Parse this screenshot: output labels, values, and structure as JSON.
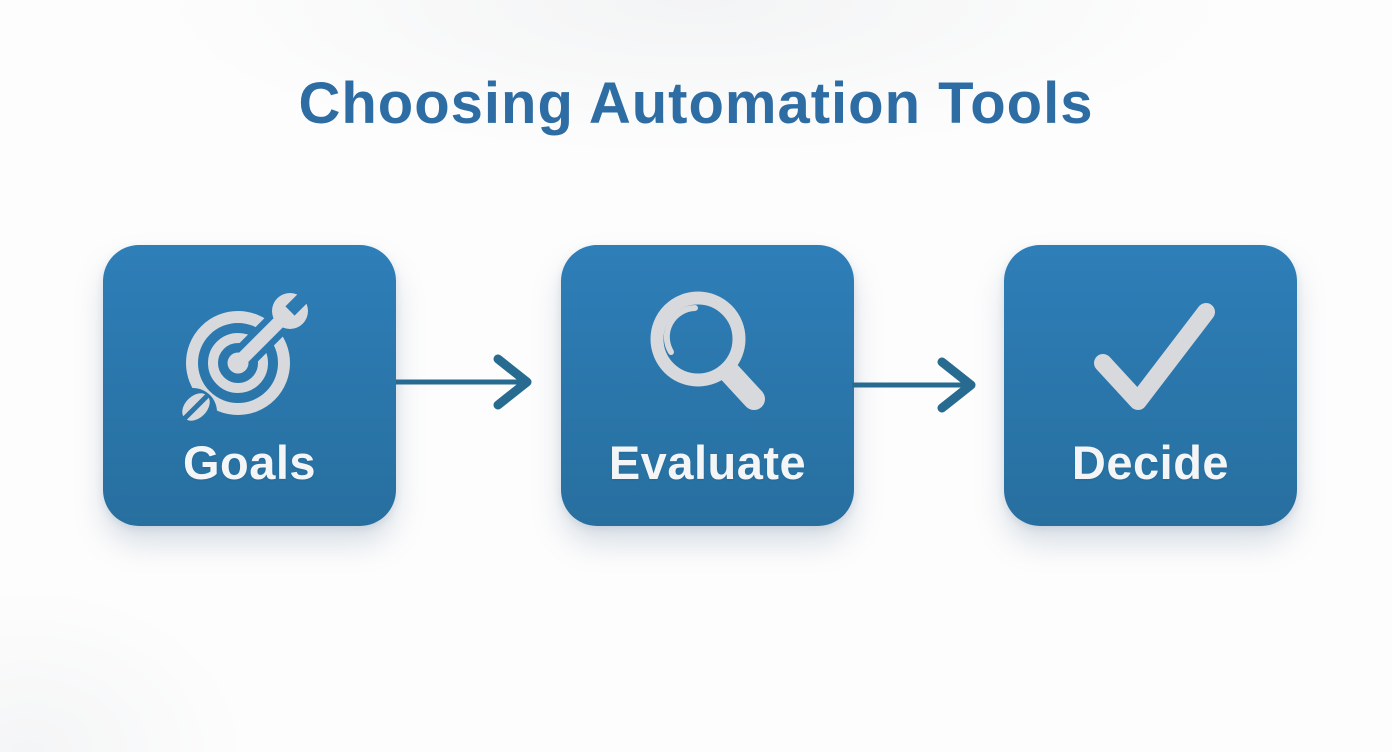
{
  "title": "Choosing Automation Tools",
  "steps": [
    {
      "label": "Goals",
      "icon": "target-wrench-icon"
    },
    {
      "label": "Evaluate",
      "icon": "magnifying-glass-icon"
    },
    {
      "label": "Decide",
      "icon": "checkmark-icon"
    }
  ],
  "connectors": [
    {
      "from": "Goals",
      "to": "Evaluate"
    },
    {
      "from": "Evaluate",
      "to": "Decide"
    }
  ],
  "colors": {
    "title_text": "#2e6da4",
    "card_top": "#2e7eb8",
    "card_bottom": "#276f9f",
    "icon": "#d7d9dc",
    "label": "#f3f5f7",
    "arrow": "#286b91",
    "bg": "#fdfdfd"
  }
}
